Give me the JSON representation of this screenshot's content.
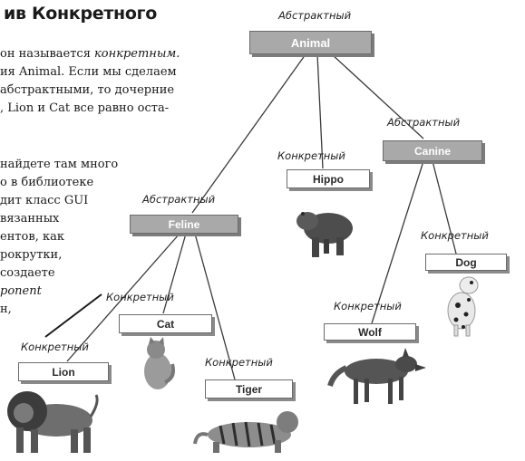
{
  "heading": "ив Конкретного",
  "paragraph1": [
    "он называется ",
    "конкретным.",
    "ия Animal. Если мы сделаем",
    "абстрактными, то дочерние",
    ", Lion и Cat все равно оста-"
  ],
  "paragraph2": [
    "найдете там много",
    "о в библиотеке",
    "дит класс GUI",
    "вязанных",
    "ентов, как",
    "рокрутки,",
    "создаете",
    "ponent",
    "н,"
  ],
  "tags": {
    "animal": "Абстрактный",
    "canine": "Абстрактный",
    "feline": "Абстрактный",
    "hippo": "Конкретный",
    "dog": "Конкретный",
    "cat": "Конкретный",
    "wolf": "Конкретный",
    "lion": "Конкретный",
    "tiger": "Конкретный"
  },
  "classes": {
    "animal": "Animal",
    "canine": "Canine",
    "feline": "Feline",
    "hippo": "Hippo",
    "dog": "Dog",
    "cat": "Cat",
    "wolf": "Wolf",
    "lion": "Lion",
    "tiger": "Tiger"
  },
  "pictures": [
    "hippo",
    "dog",
    "cat",
    "wolf",
    "lion",
    "tiger"
  ]
}
